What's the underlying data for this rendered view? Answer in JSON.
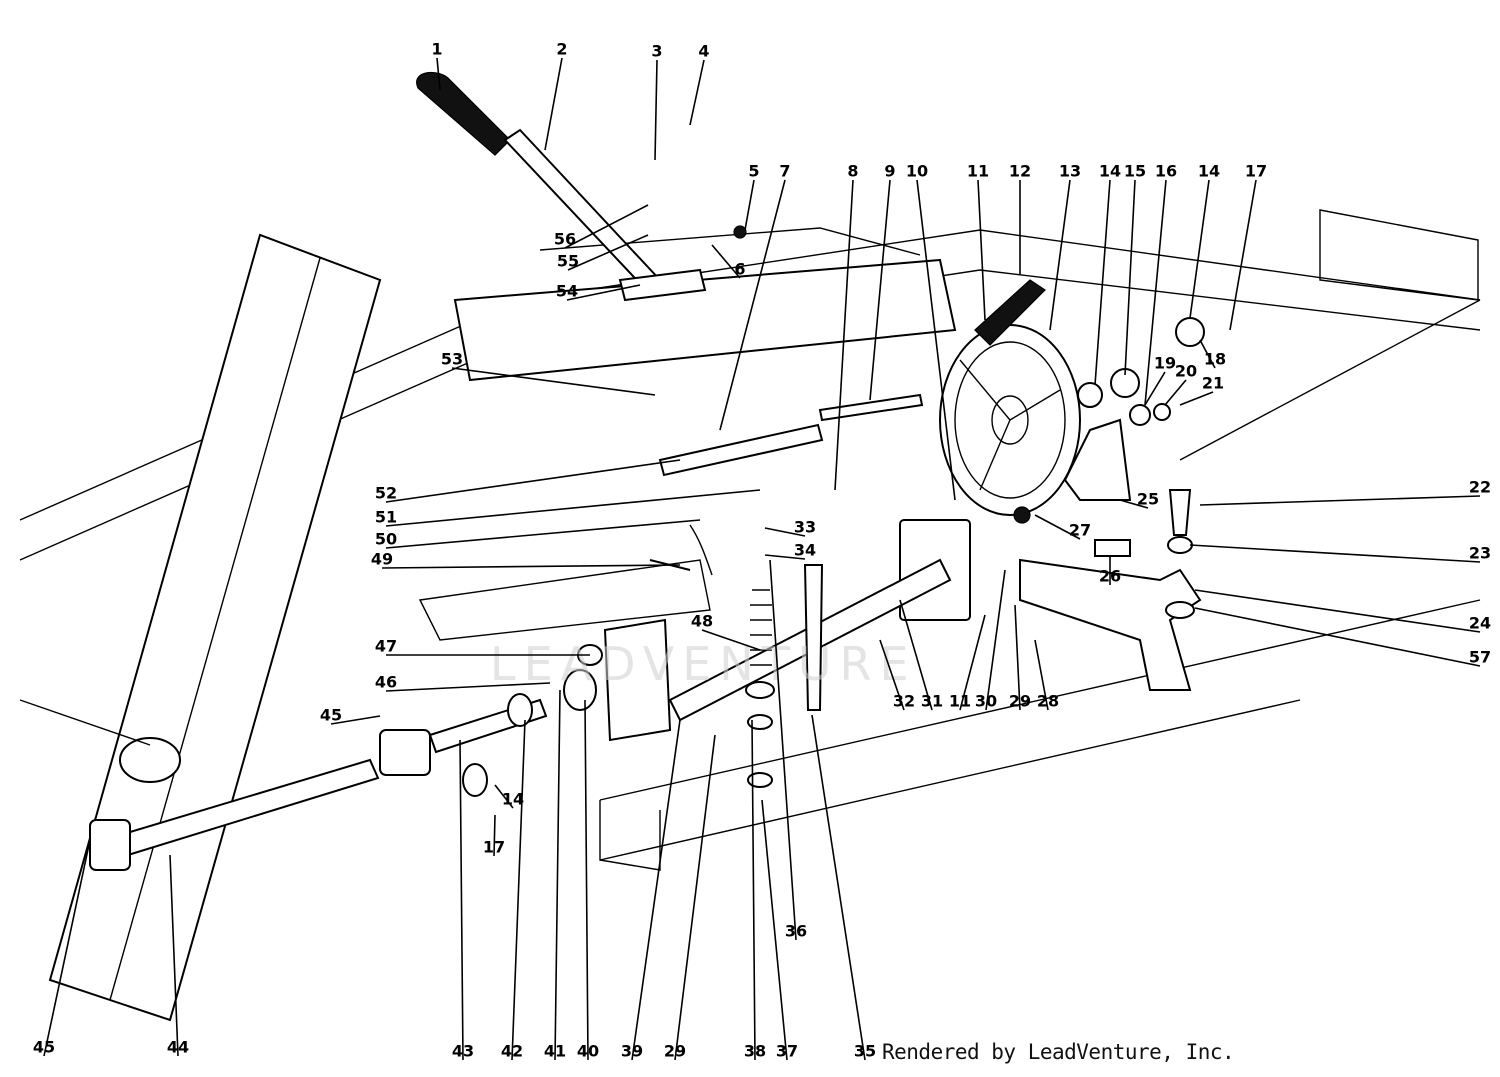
{
  "credit": "Rendered by LeadVenture, Inc.",
  "watermark": "LEADVENTURE",
  "callouts": [
    "1",
    "2",
    "3",
    "4",
    "5",
    "7",
    "8",
    "9",
    "10",
    "11",
    "12",
    "13",
    "14",
    "15",
    "16",
    "14",
    "17",
    "56",
    "55",
    "6",
    "54",
    "53",
    "18",
    "19",
    "20",
    "21",
    "52",
    "51",
    "50",
    "33",
    "34",
    "49",
    "22",
    "23",
    "24",
    "57",
    "25",
    "26",
    "27",
    "47",
    "46",
    "45",
    "48",
    "32",
    "31",
    "11",
    "30",
    "29",
    "28",
    "14",
    "17",
    "36",
    "45",
    "44",
    "43",
    "42",
    "41",
    "40",
    "39",
    "29",
    "38",
    "37",
    "35"
  ]
}
